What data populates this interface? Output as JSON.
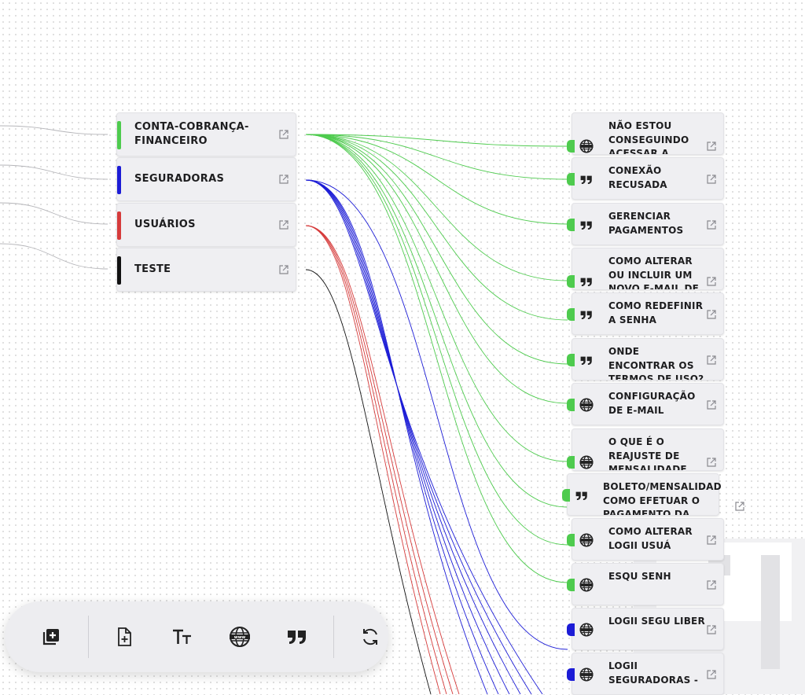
{
  "categories": [
    {
      "label": "CONTA-COBRANÇA-FINANCEIRO",
      "color": "#4ecb4e"
    },
    {
      "label": "SEGURADORAS",
      "color": "#1c1cd6"
    },
    {
      "label": "USUÁRIOS",
      "color": "#d63b3b"
    },
    {
      "label": "TESTE",
      "color": "#111111"
    }
  ],
  "articles": [
    {
      "label": "NÃO ESTOU CONSEGUINDO ACESSAR A",
      "icon": "www-globe-icon",
      "connector_color": "#4ecb4e"
    },
    {
      "label": "CONEXÃO RECUSADA",
      "icon": "quote-icon",
      "connector_color": "#4ecb4e"
    },
    {
      "label": "GERENCIAR PAGAMENTOS",
      "icon": "quote-icon",
      "connector_color": "#4ecb4e"
    },
    {
      "label": "COMO ALTERAR OU INCLUIR UM NOVO E-MAIL DE",
      "icon": "quote-icon",
      "connector_color": "#4ecb4e"
    },
    {
      "label": "COMO REDEFINIR A SENHA",
      "icon": "quote-icon",
      "connector_color": "#4ecb4e"
    },
    {
      "label": "ONDE ENCONTRAR OS TERMOS DE USO?",
      "icon": "quote-icon",
      "connector_color": "#4ecb4e"
    },
    {
      "label": "CONFIGURAÇÃO DE E-MAIL",
      "icon": "www-globe-icon",
      "connector_color": "#4ecb4e"
    },
    {
      "label": "O QUE É O REAJUSTE DE MENSALIDADE",
      "icon": "www-globe-icon",
      "connector_color": "#4ecb4e"
    },
    {
      "label": "BOLETO/MENSALIDADE-COMO EFETUAR O PAGAMENTO DA MINHA",
      "icon": "quote-icon",
      "connector_color": "#4ecb4e"
    },
    {
      "label": "COMO ALTERAR LOGII USUÁ",
      "icon": "www-globe-icon",
      "connector_color": "#4ecb4e"
    },
    {
      "label": "ESQU SENH",
      "icon": "www-globe-icon",
      "connector_color": "#4ecb4e"
    },
    {
      "label": "LOGII SEGU LIBER",
      "icon": "www-globe-icon",
      "connector_color": "#1c1cd6"
    },
    {
      "label": "LOGII SEGURADORAS -",
      "icon": "www-globe-icon",
      "connector_color": "#1c1cd6"
    }
  ],
  "toolbar": {
    "tools": [
      {
        "name": "add-node-tool",
        "icon": "add-box-icon"
      },
      {
        "name": "add-document-tool",
        "icon": "document-plus-icon"
      },
      {
        "name": "text-tool",
        "icon": "text-size-icon"
      },
      {
        "name": "website-tool",
        "icon": "www-globe-icon"
      },
      {
        "name": "quote-tool",
        "icon": "quote-icon"
      },
      {
        "name": "refresh-tool",
        "icon": "refresh-icon"
      }
    ]
  }
}
